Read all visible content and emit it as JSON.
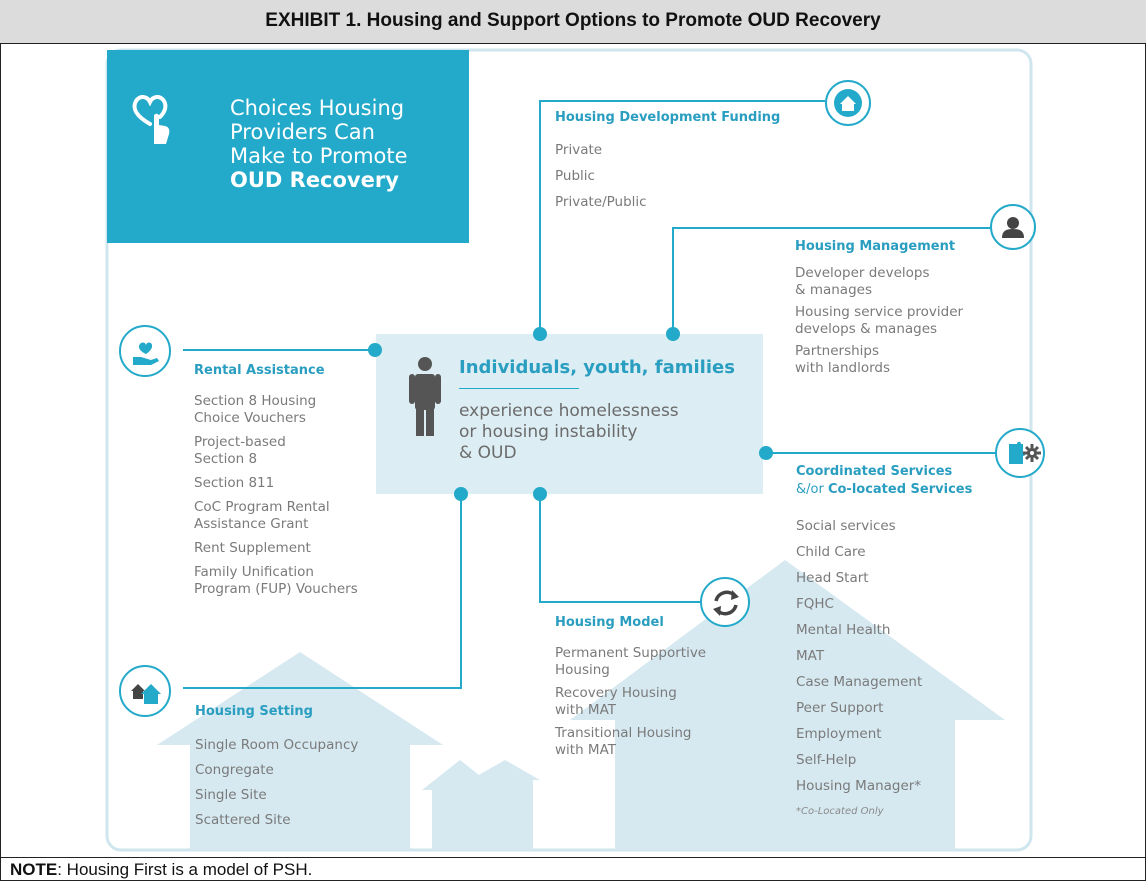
{
  "header": {
    "title": "EXHIBIT 1. Housing and Support Options to Promote OUD Recovery"
  },
  "title_panel": {
    "line1": "Choices Housing",
    "line2": "Providers Can",
    "line3": "Make to Promote",
    "line4": "OUD Recovery"
  },
  "center": {
    "heading": "Individuals, youth, families",
    "line1": "experience homelessness",
    "line2": "or housing instability",
    "line3": "& OUD"
  },
  "development_funding": {
    "heading": "Housing Development Funding",
    "items": [
      "Private",
      "Public",
      "Private/Public"
    ]
  },
  "management": {
    "heading": "Housing Management",
    "items": [
      "Developer develops",
      "& manages",
      "Housing service provider",
      "develops & manages",
      "Partnerships",
      "with landlords"
    ]
  },
  "rental": {
    "heading": "Rental Assistance",
    "items": [
      "Section 8 Housing",
      "Choice Vouchers",
      "Project-based",
      "Section 8",
      "Section 811",
      "CoC Program Rental",
      "Assistance Grant",
      "Rent Supplement",
      "Family Unification",
      "Program (FUP) Vouchers"
    ]
  },
  "coordinated": {
    "heading1": "Coordinated Services",
    "heading2_prefix": "&/or ",
    "heading2_strong": "Co-located Services",
    "items": [
      "Social services",
      "Child Care",
      "Head Start",
      "FQHC",
      "Mental Health",
      "MAT",
      "Case Management",
      "Peer Support",
      "Employment",
      "Self-Help",
      "Housing Manager*"
    ],
    "footnote": "*Co-Located Only"
  },
  "model": {
    "heading": "Housing Model",
    "items": [
      "Permanent Supportive",
      "Housing",
      "Recovery Housing",
      "with MAT",
      "Transitional Housing",
      "with MAT"
    ]
  },
  "setting": {
    "heading": "Housing Setting",
    "items": [
      "Single Room Occupancy",
      "Congregate",
      "Single Site",
      "Scattered Site"
    ]
  },
  "note": {
    "label": "NOTE",
    "text": ":  Housing First is a model of PSH."
  },
  "colors": {
    "accent": "#23a9c9",
    "center_fill": "#dcedf3",
    "house_fill": "#d6e9f1"
  },
  "icons": [
    "heart-hand-icon",
    "house-icon",
    "person-icon",
    "hand-heart-icon",
    "puzzle-gear-icon",
    "refresh-icon",
    "houses-icon"
  ]
}
